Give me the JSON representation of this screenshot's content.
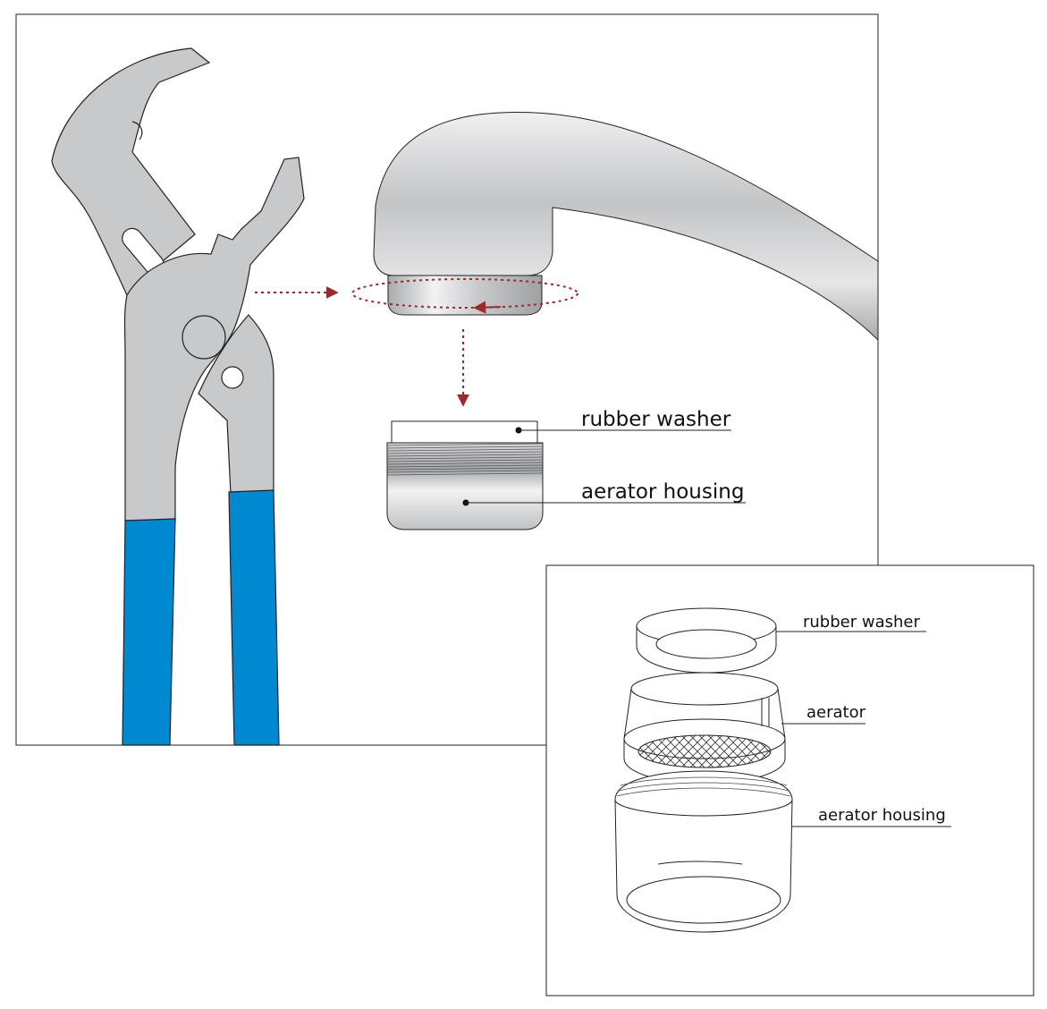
{
  "main_panel": {
    "labels": {
      "washer": "rubber washer",
      "housing": "aerator housing"
    }
  },
  "inset_panel": {
    "labels": {
      "washer": "rubber washer",
      "aerator": "aerator",
      "housing": "aerator housing"
    }
  },
  "colors": {
    "handle_blue": "#0088d1",
    "metal": "#c8c9cb",
    "arrow": "#9b2a2a",
    "outline": "#222222"
  }
}
